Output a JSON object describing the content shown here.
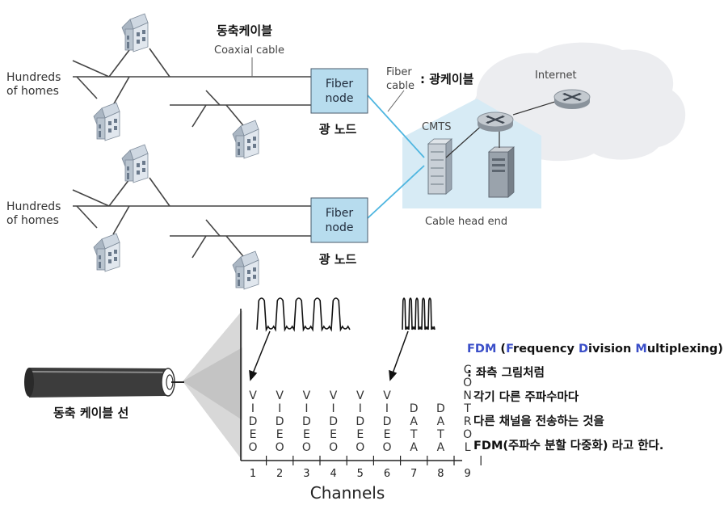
{
  "labels": {
    "hundreds_homes_line1": "Hundreds",
    "hundreds_homes_line2": "of homes",
    "coaxial_ko": "동축케이블",
    "coaxial_en": "Coaxial cable",
    "fiber_node_line1": "Fiber",
    "fiber_node_line2": "node",
    "fiber_node_ko": "광 노드",
    "fiber_cable_line1": "Fiber",
    "fiber_cable_line2": "cable",
    "fiber_cable_ko": ": 광케이블",
    "internet": "Internet",
    "cmts": "CMTS",
    "cable_head_end": "Cable head end",
    "cable_ko": "동축 케이블 선",
    "channels": "Channels"
  },
  "channels": [
    {
      "number": "1",
      "type": "VIDEO"
    },
    {
      "number": "2",
      "type": "VIDEO"
    },
    {
      "number": "3",
      "type": "VIDEO"
    },
    {
      "number": "4",
      "type": "VIDEO"
    },
    {
      "number": "5",
      "type": "VIDEO"
    },
    {
      "number": "6",
      "type": "VIDEO"
    },
    {
      "number": "7",
      "type": "DATA"
    },
    {
      "number": "8",
      "type": "DATA"
    },
    {
      "number": "9",
      "type": "CONTROL"
    }
  ],
  "fdm": {
    "abbr": "FDM",
    "open": " (",
    "w1_initial": "F",
    "w1_rest": "requency ",
    "w2_initial": "D",
    "w2_rest": "ivision ",
    "w3_initial": "M",
    "w3_rest": "ultiplexing",
    "close": ")",
    "line2": ": 좌측 그림처럼",
    "line3": "각기 다른 주파수마다",
    "line4": "다른 채널을 전송하는 것을",
    "line5": "FDM(주파수 분할 다중화) 라고 한다."
  },
  "colors": {
    "node_fill": "#b7dcee",
    "fiber_line": "#4fb6e0",
    "headend_fill": "#d7ebf5",
    "cloud_fill": "#ecedf0",
    "fdm_blue": "#3a4ec8"
  }
}
